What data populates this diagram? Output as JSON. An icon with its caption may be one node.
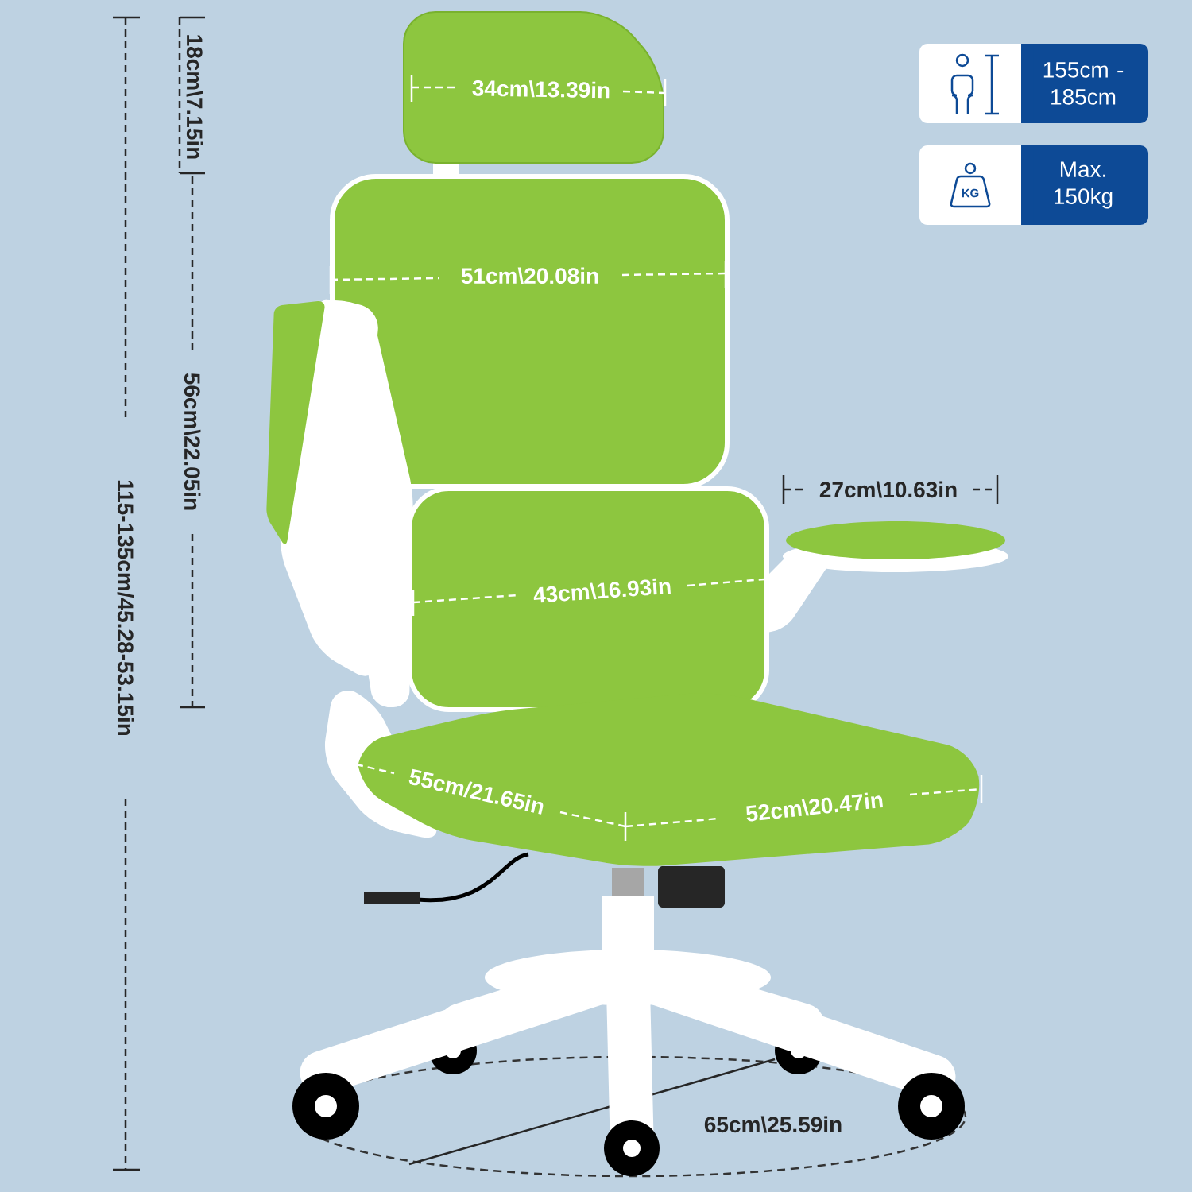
{
  "diagram": {
    "nodes": [
      {
        "text": [
          "155cm - 185cm"
        ]
      },
      {
        "text": [
          "Max. 150kg"
        ]
      }
    ],
    "labels": [
      "18cm\\7.15in",
      "56cm\\22.05in",
      "115-135cm/45.28-53.15in",
      "34cm\\13.39in",
      "51cm\\20.08in",
      "27cm\\10.63in",
      "43cm\\16.93in",
      "55cm/21.65in",
      "52cm\\20.47in",
      "65cm\\25.59in",
      "KG"
    ]
  }
}
